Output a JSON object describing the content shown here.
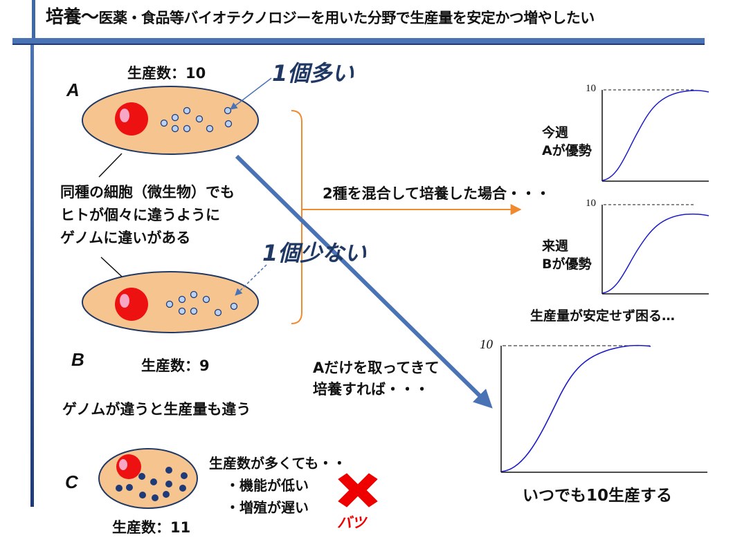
{
  "title": {
    "main": "培養〜",
    "sub": "医薬・食品等バイオテクノロジーを用いた分野で生産量を安定かつ増やしたい"
  },
  "cells": {
    "a": {
      "letter": "A",
      "count_label": "生産数：10"
    },
    "b": {
      "letter": "B",
      "count_label": "生産数：9"
    },
    "c": {
      "letter": "C",
      "count_label": "生産数：11"
    }
  },
  "callouts": {
    "more": "1個多い",
    "less": "1個少ない"
  },
  "explanation": {
    "line1": "同種の細胞（微生物）でも",
    "line2": "ヒトが個々に違うように",
    "line3": "ゲノムに違いがある"
  },
  "genome_note": "ゲノムが違うと生産量も違う",
  "mix_text": "2種を混合して培養した場合・・・",
  "graphs": {
    "week_this": {
      "line1": "今週",
      "line2": "Aが優勢",
      "tick": "10"
    },
    "week_next": {
      "line1": "来週",
      "line2": "Bが優勢",
      "tick": "10"
    },
    "unstable": "生産量が安定せず困る…",
    "big": {
      "tick": "10",
      "caption": "いつでも10生産する"
    }
  },
  "select_text": {
    "line1": "Aだけを取ってきて",
    "line2": "培養すれば・・・"
  },
  "c_notes": {
    "line1": "生産数が多くても・・",
    "line2": "・機能が低い",
    "line3": "・増殖が遅い",
    "mark_label": "バツ"
  },
  "colors": {
    "cell_fill": "#f6c48e",
    "cell_stroke": "#203864",
    "nucleus": "#ee1111",
    "nucleus_highlight": "#f8a6c6",
    "dot_light": "#bcd2f2",
    "dot_dark": "#1f3a78",
    "arrow_blue": "#4a73b6",
    "orange": "#f08a30",
    "curve": "#1b1bc8",
    "cross": "#ee0000",
    "header_bar": "#3d6aa6"
  }
}
